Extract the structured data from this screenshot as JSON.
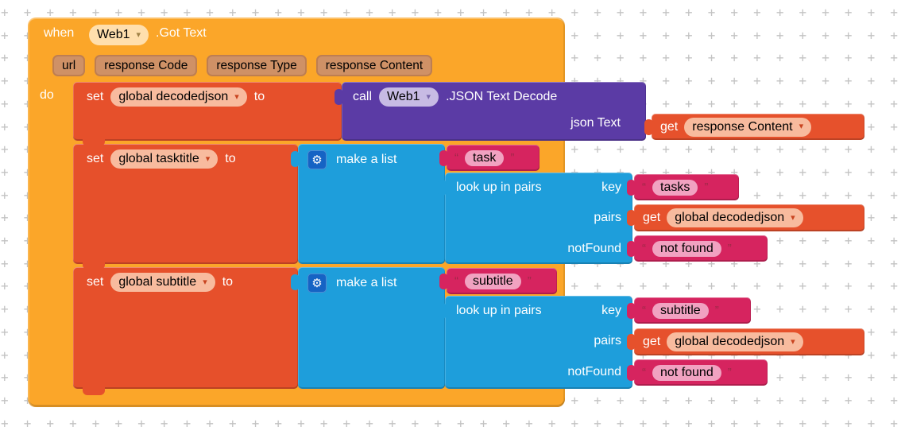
{
  "symbols": {
    "dropdown_arrow": "▾",
    "gear": "⚙",
    "open_quote": "“",
    "close_quote": "”",
    "plus": "+"
  },
  "labels": {
    "when": "when",
    "do": "do",
    "set": "set",
    "to": "to",
    "get": "get",
    "call": "call",
    "make_a_list": "make a list",
    "look_up_in_pairs": "look up in pairs",
    "key": "key",
    "pairs": "pairs",
    "notfound": "notFound",
    "json_text": "json Text"
  },
  "when_block": {
    "component": "Web1",
    "event": ".Got Text",
    "params": [
      "url",
      "response Code",
      "response Type",
      "response Content"
    ]
  },
  "call_block": {
    "component": "Web1",
    "method": ".JSON Text Decode",
    "arg_variable": "response Content"
  },
  "statements": [
    {
      "variable": "global decodedjson"
    },
    {
      "variable": "global tasktitle",
      "list_item": "task",
      "lookup_key": "tasks",
      "pairs_variable": "global decodedjson",
      "notfound_text": "not found"
    },
    {
      "variable": "global subtitle",
      "list_item": "subtitle",
      "lookup_key": "subtitle",
      "pairs_variable": "global decodedjson",
      "notfound_text": "not found"
    }
  ],
  "colors": {
    "event_block": "#FBA629",
    "variable_block": "#E6502B",
    "procedure_block": "#5B3BA5",
    "list_block": "#1E9EDB",
    "text_block": "#D6245F",
    "grid_plus": "#C3C3C3"
  }
}
